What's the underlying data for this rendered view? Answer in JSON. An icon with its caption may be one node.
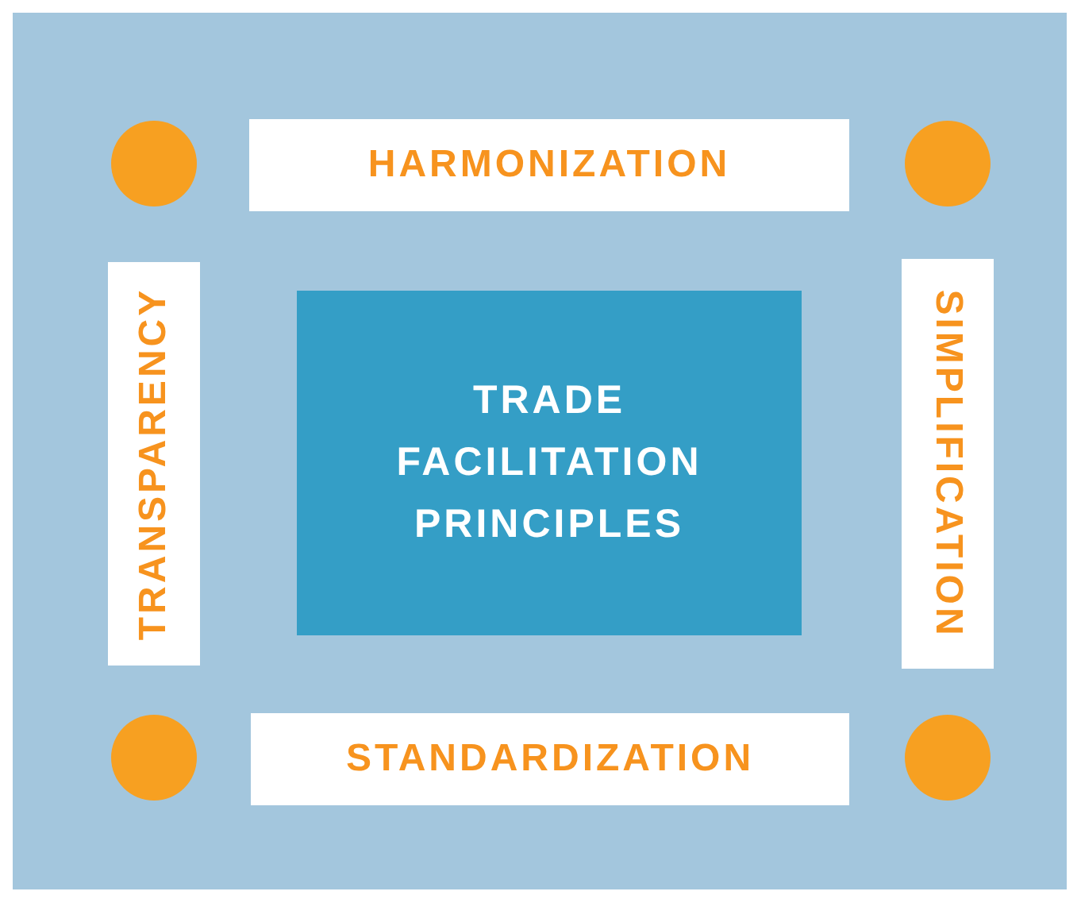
{
  "diagram": {
    "nodes": [
      {
        "text": [],
        "shape": "circle"
      },
      {
        "text": [
          "HARMONIZATION"
        ]
      },
      {
        "text": [],
        "shape": "circle"
      },
      {
        "text": [
          "TRANSPARENCY"
        ]
      },
      {
        "text": [
          "TRADE FACILITATION PRINCIPLES"
        ]
      },
      {
        "text": [
          "SIMPLIFICATION"
        ]
      },
      {
        "text": [],
        "shape": "circle"
      },
      {
        "text": [
          "STANDARDIZATION"
        ]
      },
      {
        "text": [],
        "shape": "circle"
      }
    ]
  }
}
